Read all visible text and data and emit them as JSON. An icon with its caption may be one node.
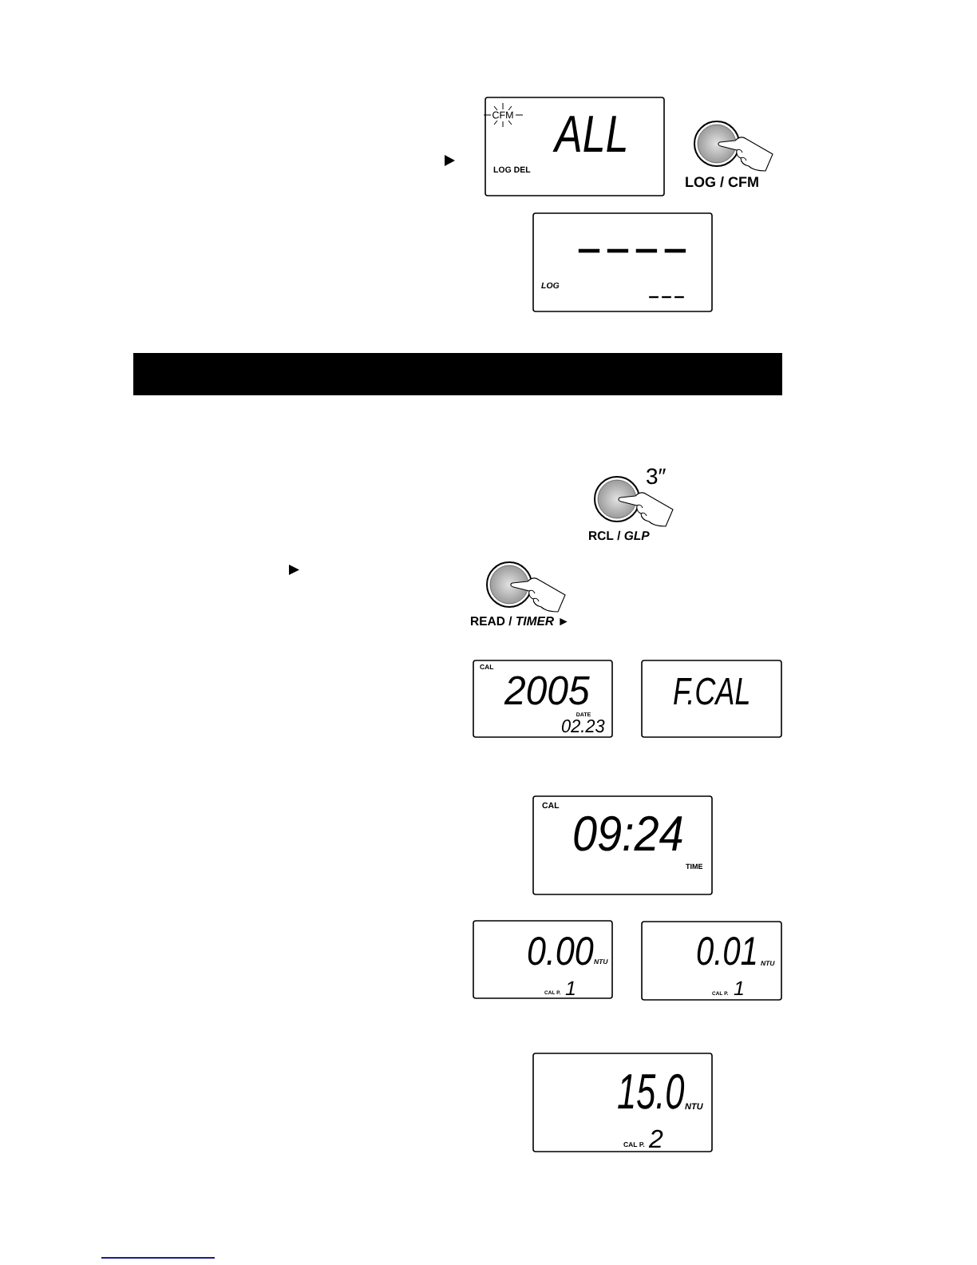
{
  "diagram": {
    "nodes": [
      {
        "text": [
          "CFM",
          "ALL",
          "LOG DEL"
        ]
      },
      {
        "text": [
          "LOG / CFM"
        ]
      },
      {
        "text": [
          "----",
          "LOG",
          "---"
        ]
      },
      {
        "text": [
          "3″",
          "RCL / *GLP*"
        ]
      },
      {
        "text": [
          "READ / *TIMER* ►"
        ]
      },
      {
        "text": [
          "CAL",
          "2005",
          "DATE",
          "02.23"
        ]
      },
      {
        "text": [
          "F.CAL"
        ]
      },
      {
        "text": [
          "CAL",
          "09:24",
          "TIME"
        ]
      },
      {
        "text": [
          "0.00",
          "NTU",
          "CAL P.",
          "1"
        ]
      },
      {
        "text": [
          "0.01",
          "NTU",
          "CAL P.",
          "1"
        ]
      },
      {
        "text": [
          "15.0",
          "NTU",
          "CAL P.",
          "2"
        ]
      }
    ]
  }
}
